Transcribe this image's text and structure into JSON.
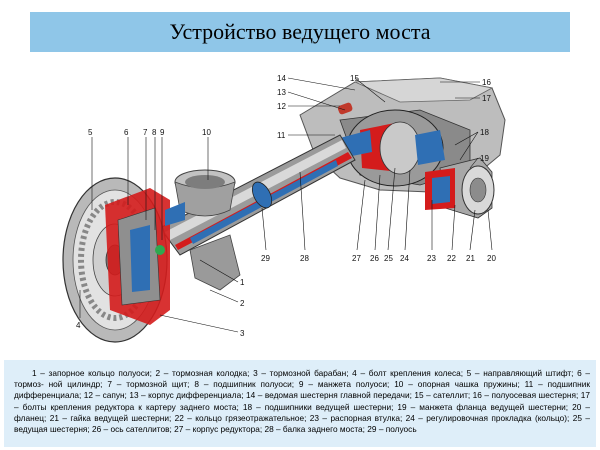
{
  "title": "Устройство ведущего моста",
  "callout_numbers": [
    "1",
    "2",
    "3",
    "4",
    "5",
    "6",
    "7",
    "8",
    "9",
    "10",
    "11",
    "12",
    "13",
    "14",
    "15",
    "16",
    "17",
    "18",
    "19",
    "20",
    "21",
    "22",
    "23",
    "24",
    "25",
    "26",
    "27",
    "28",
    "29"
  ],
  "legend_text": "1 – запорное кольцо полуоси; 2 – тормозная колодка; 3 – тормозной барабан; 4 – болт крепления колеса; 5 – направляющий штифт; 6 – тормоз- ной цилиндр; 7 – тормозной щит; 8 – подшипник полуоси; 9 – манжета полуоси; 10 – опорная чашка пружины; 11 – подшипник дифференциала; 12 – сапун; 13 – корпус дифференциала; 14 – ведомая шестерня главной передачи; 15 – сателлит; 16 – полуосевая шестерня; 17 – болты крепления редуктора к картеру заднего моста; 18 – подшипники ведущей шестерни; 19 – манжета фланца ведущей шестерни; 20 – фланец; 21 – гайка ведущей шестерни; 22 – кольцо грязеотражательное; 23 – распорная втулка; 24 – регулировочная прокладка (кольцо); 25 – ведущая шестерня; 26 – ось сателлитов; 27 – корпус редуктора; 28 – балка заднего моста; 29 – полуось"
}
